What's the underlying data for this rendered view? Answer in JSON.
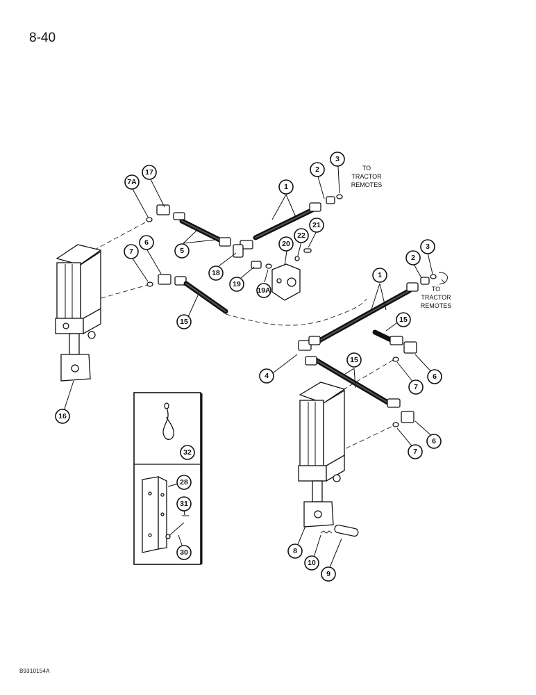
{
  "page": {
    "number": "8-40",
    "doc_code": "B9310154A"
  },
  "notes": {
    "upper_line1": "TO",
    "upper_line2": "TRACTOR",
    "upper_line3": "REMOTES",
    "right_line1": "TO",
    "right_line2": "TRACTOR",
    "right_line3": "REMOTES"
  },
  "callouts": {
    "c1a": "1",
    "c1b": "1",
    "c2a": "2",
    "c2b": "2",
    "c3a": "3",
    "c3b": "3",
    "c4": "4",
    "c5": "5",
    "c6a": "6",
    "c6b": "6",
    "c6c": "6",
    "c7a": "7",
    "c7b": "7",
    "c7c": "7",
    "c7A": "7A",
    "c8": "8",
    "c9": "9",
    "c10": "10",
    "c15a": "15",
    "c15b": "15",
    "c15c": "15",
    "c16": "16",
    "c17": "17",
    "c18": "18",
    "c19": "19",
    "c19A": "19A",
    "c20": "20",
    "c21": "21",
    "c22": "22",
    "c28": "28",
    "c30": "30",
    "c31": "31",
    "c32": "32"
  }
}
